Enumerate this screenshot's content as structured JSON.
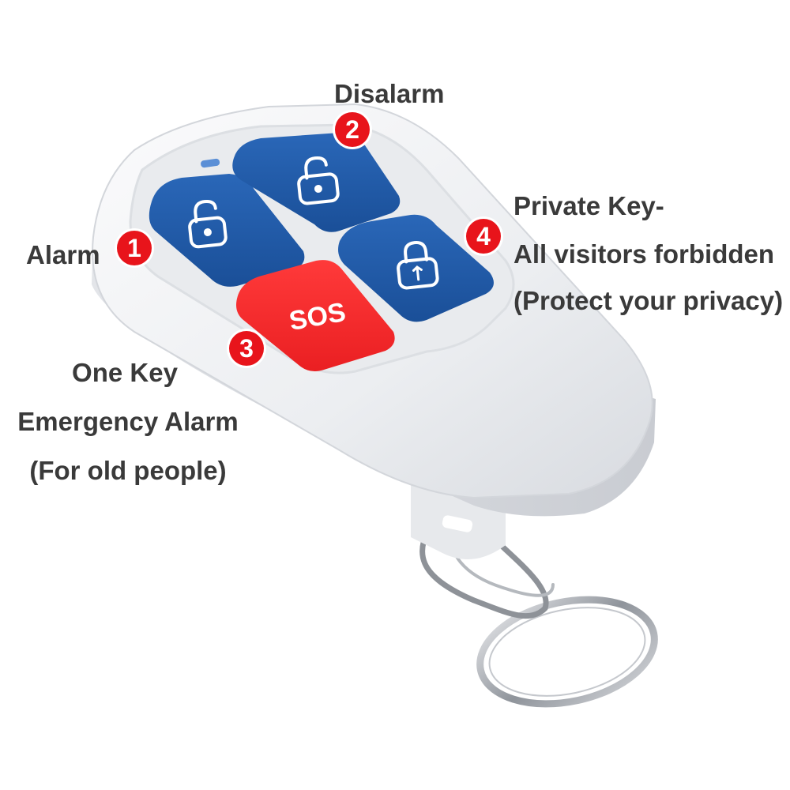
{
  "device": {
    "body_color": "#f4f5f7",
    "button_blue": "#1f5aa8",
    "button_red": "#f4282a",
    "sos_label": "SOS"
  },
  "callouts": [
    {
      "number": "1",
      "text": "Alarm"
    },
    {
      "number": "2",
      "text": "Disalarm"
    },
    {
      "number": "3",
      "lines": [
        "One Key",
        "Emergency Alarm",
        "(For old people)"
      ]
    },
    {
      "number": "4",
      "lines": [
        "Private Key-",
        "All visitors forbidden",
        "(Protect your privacy)"
      ]
    }
  ],
  "badge_color": "#e8141b",
  "icons": {
    "button_1": "lock-open-dot-icon",
    "button_2": "lock-open-dot-icon",
    "button_4": "lock-closed-key-icon"
  }
}
